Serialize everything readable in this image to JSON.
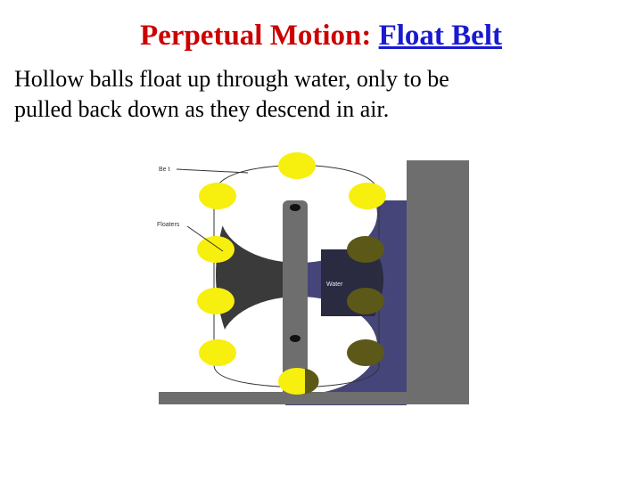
{
  "slide": {
    "title_prefix": "Perpetual Motion:",
    "title_link": "Float Belt",
    "body_line1": "Hollow balls float up through water, only to be",
    "body_line2": "pulled back down as they descend in air."
  },
  "diagram": {
    "label_belt": "Be t",
    "label_floaters": "Floaters",
    "label_water": "Water"
  },
  "colors": {
    "title": "#cc0000",
    "link": "#1a1ad0",
    "float_air": "#f7ef0e",
    "float_water": "#5c5818",
    "water": "#45457a",
    "wall": "#6e6e6e",
    "hub": "#3a3a3a"
  }
}
